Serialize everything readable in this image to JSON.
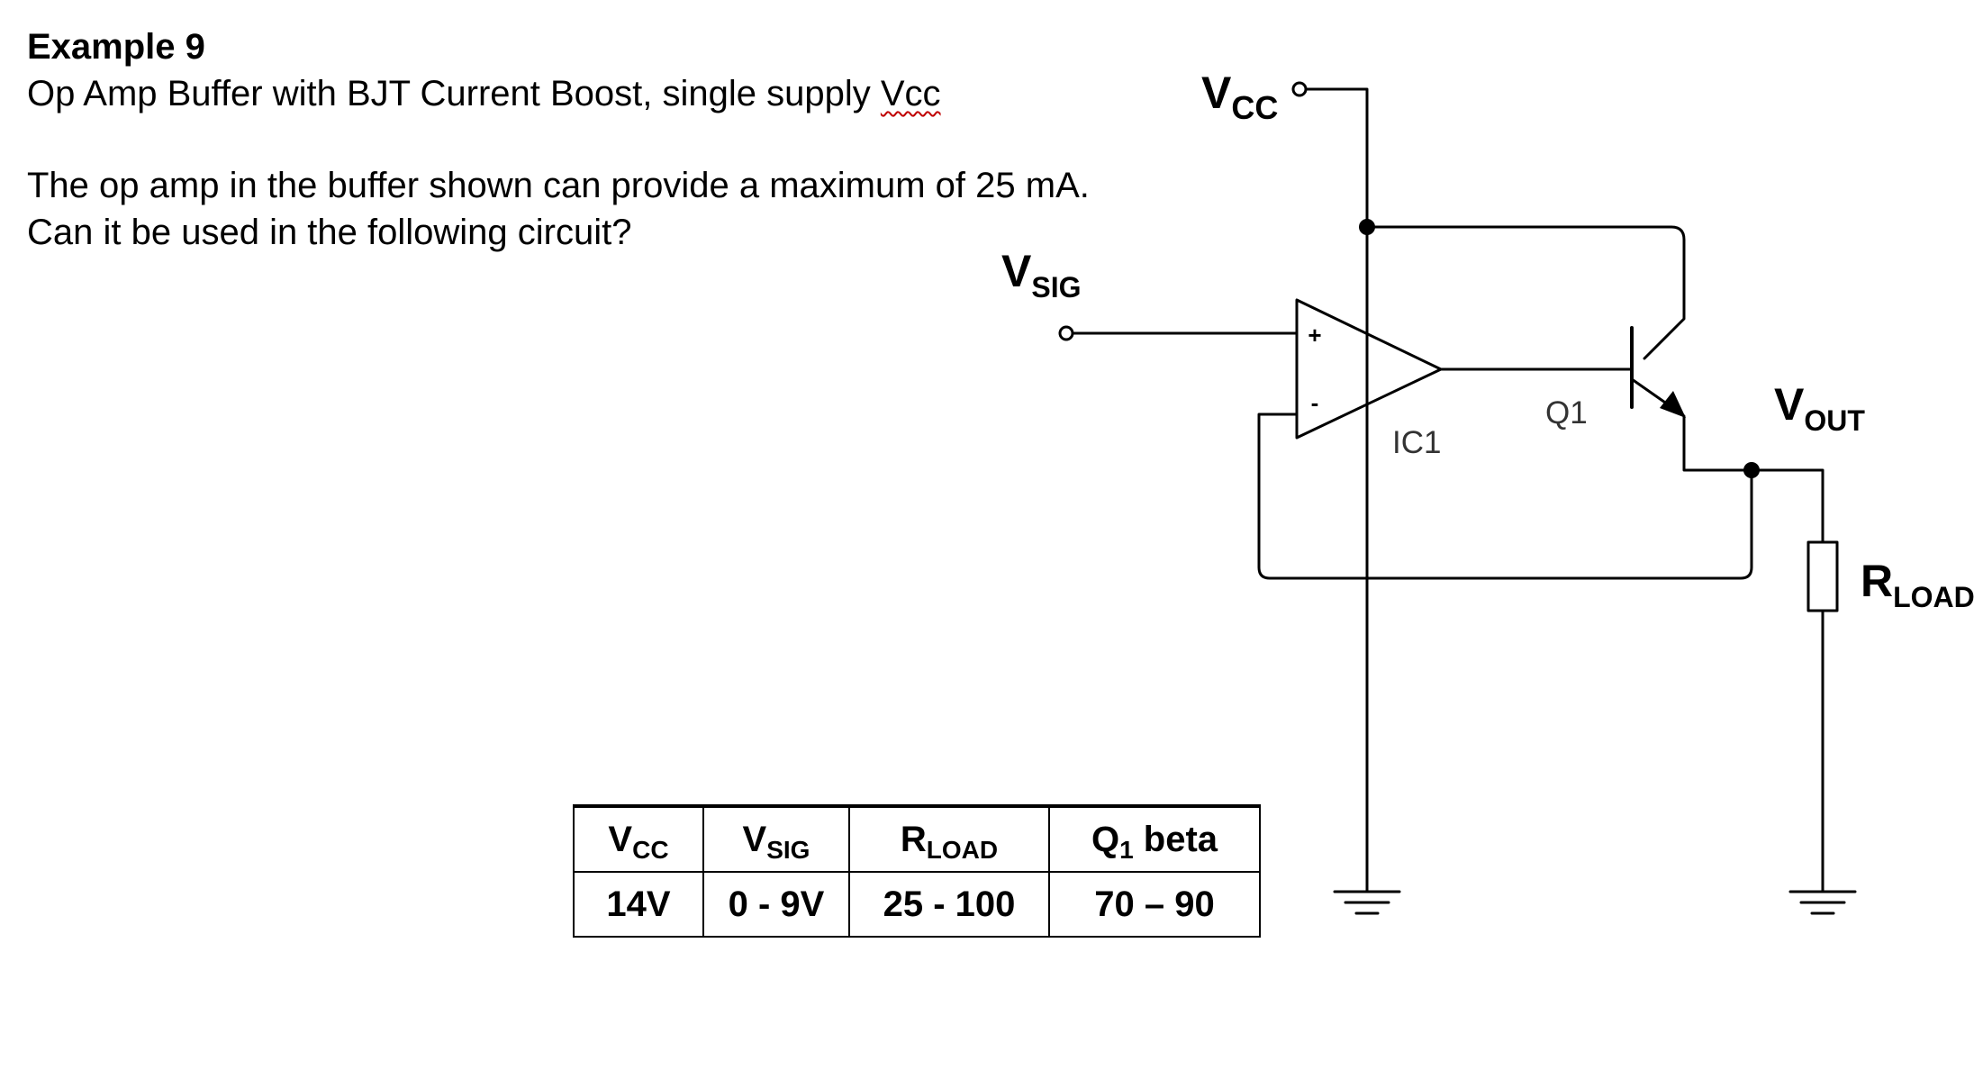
{
  "header": {
    "heading": "Example 9",
    "subtitle_prefix": "Op Amp Buffer with BJT Current Boost, single supply ",
    "subtitle_flagged": "Vcc"
  },
  "question": {
    "line1": "The op amp in the buffer shown can provide a maximum of 25 mA.",
    "line2": "Can it be used in the following circuit?"
  },
  "circuit": {
    "vcc_main": "V",
    "vcc_sub": "CC",
    "vsig_main": "V",
    "vsig_sub": "SIG",
    "vout_main": "V",
    "vout_sub": "OUT",
    "rload_main": "R",
    "rload_sub": "LOAD",
    "opamp_plus": "+",
    "opamp_minus": "-",
    "opamp_ref": "IC1",
    "transistor_ref": "Q1"
  },
  "params_table": {
    "headers": [
      {
        "main": "V",
        "sub": "CC",
        "suffix": ""
      },
      {
        "main": "V",
        "sub": "SIG",
        "suffix": ""
      },
      {
        "main": "R",
        "sub": "LOAD",
        "suffix": ""
      },
      {
        "main": "Q",
        "sub": "1",
        "suffix": " beta"
      }
    ],
    "values": [
      "14V",
      "0 - 9V",
      "25 - 100",
      "70 – 90"
    ]
  },
  "colors": {
    "ink": "#000000",
    "spellcheck_underline": "#c00000"
  }
}
